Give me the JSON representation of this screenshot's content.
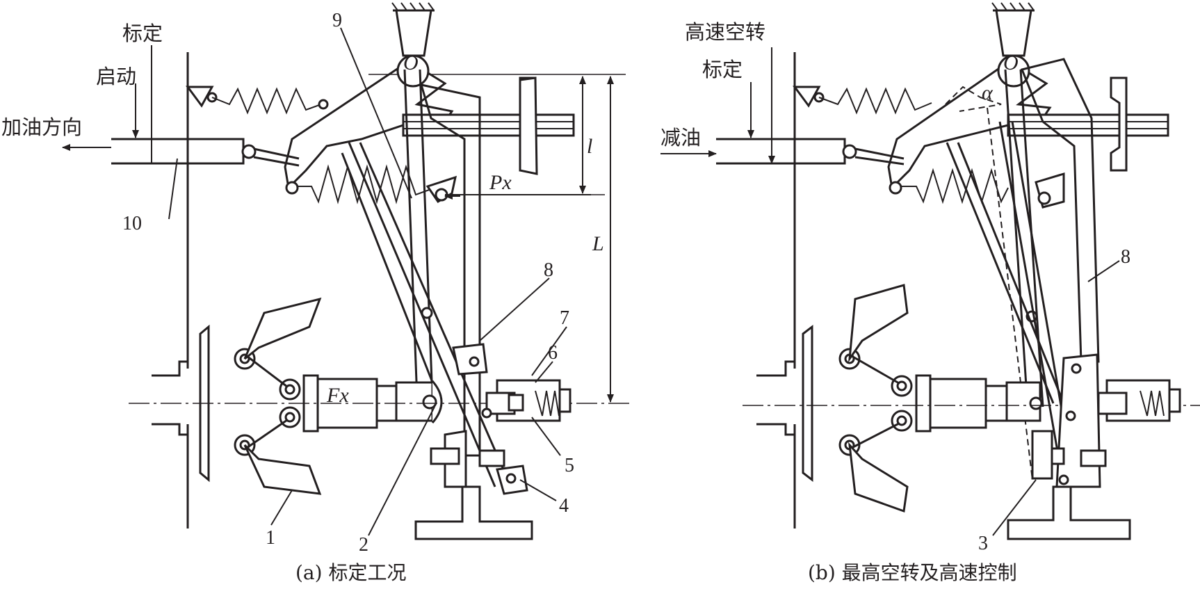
{
  "panel_a": {
    "caption": "(a) 标定工况",
    "labels": {
      "rated": "标定",
      "start": "启动",
      "fuel_dir": "加油方向",
      "n1": "1",
      "n2": "2",
      "n4": "4",
      "n5": "5",
      "n6": "6",
      "n7": "7",
      "n8": "8",
      "n9": "9",
      "n10": "10",
      "Px": "Px",
      "Fx": "Fx",
      "l": "l",
      "L": "L",
      "O": "O"
    }
  },
  "panel_b": {
    "caption": "(b) 最高空转及高速控制",
    "labels": {
      "high_idle": "高速空转",
      "rated": "标定",
      "reduce_fuel": "减油",
      "n3": "3",
      "n8": "8",
      "O": "O",
      "alpha": "α"
    }
  }
}
